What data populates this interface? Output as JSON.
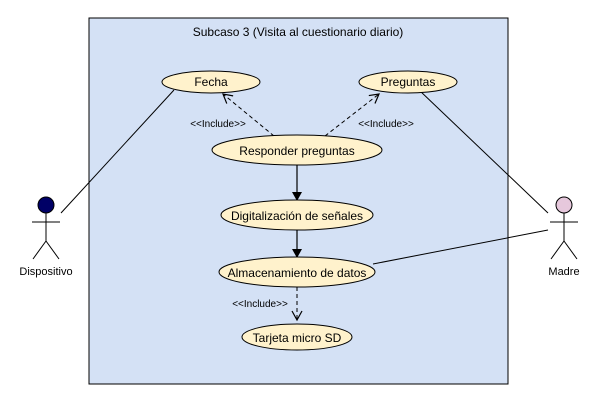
{
  "diagram": {
    "system": {
      "title": "Subcaso 3 (Visita al cuestionario diario)",
      "fill": "#d4e1f5",
      "stroke": "#000000"
    },
    "use_cases": {
      "fecha": "Fecha",
      "preguntas": "Preguntas",
      "responder": "Responder preguntas",
      "digitalizacion": "Digitalización de señales",
      "almacenamiento": "Almacenamiento de datos",
      "tarjeta": "Tarjeta micro SD"
    },
    "relations": {
      "include_fecha": "<<Include>>",
      "include_preguntas": "<<Include>>",
      "include_tarjeta": "<<Include>>"
    },
    "actors": {
      "dispositivo": {
        "label": "Dispositivo",
        "head_color": "#000066"
      },
      "madre": {
        "label": "Madre",
        "head_color": "#e6c8dc"
      }
    },
    "colors": {
      "use_case_fill": "#fff2cc",
      "line": "#000000"
    }
  }
}
